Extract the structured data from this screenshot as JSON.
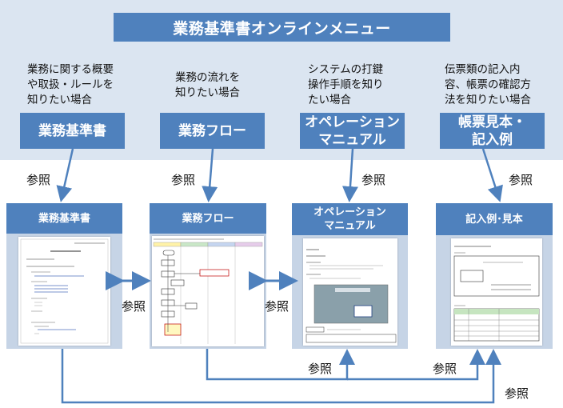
{
  "title": "業務基準書オンラインメニュー",
  "columns": [
    {
      "description": "業務に関する概要\nや取扱・ルールを\n知りたい場合",
      "button_label": "業務基準書",
      "ref_label": "参照",
      "card_title": "業務基準書"
    },
    {
      "description": "業務の流れを\n知りたい場合",
      "button_label": "業務フロー",
      "ref_label": "参照",
      "card_title": "業務フロー"
    },
    {
      "description": "システムの打鍵\n操作手順を知り\nたい場合",
      "button_label": "オペレーション\nマニュアル",
      "ref_label": "参照",
      "card_title": "オペレーション\nマニュアル"
    },
    {
      "description": "伝票類の記入内\n容、帳票の確認方\n法を知りたい場合",
      "button_label": "帳票見本・\n記入例",
      "ref_label": "参照",
      "card_title": "記入例･見本"
    }
  ],
  "cross_refs": {
    "between_1_2": "参照",
    "between_2_3": "参照",
    "flow_to_manual": "参照",
    "flow_to_sample": "参照",
    "standard_to_sample": "参照"
  },
  "colors": {
    "accent": "#4f81bd",
    "panel": "#dbe5f1",
    "card_body": "#c6d4e6",
    "arrow": "#4f81bd"
  }
}
